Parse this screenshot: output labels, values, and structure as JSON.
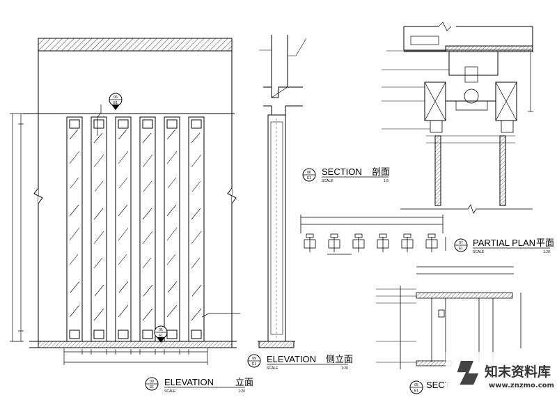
{
  "views": {
    "elevation": {
      "title": "ELEVATION",
      "title_cn": "立面",
      "scale_label": "SCALE",
      "scale": "1:20",
      "number": "09",
      "sheet": "E1"
    },
    "side_elevation": {
      "title": "ELEVATION",
      "title_cn": "侧立面",
      "scale_label": "SCALE",
      "scale": "1:20",
      "number": "09",
      "sheet": "E1"
    },
    "section_top": {
      "title": "SECTION",
      "title_cn": "剖面",
      "scale_label": "SCALE",
      "scale": "1:5",
      "number": "06",
      "sheet": "E1"
    },
    "partial_plan": {
      "title": "PARTIAL PLAN",
      "title_cn": "平面",
      "scale_label": "SCALE",
      "scale": "1:20",
      "number": "07",
      "sheet": "E1"
    },
    "section_bottom": {
      "title": "SECT",
      "number": "05",
      "sheet": "E1"
    }
  },
  "callouts": {
    "elev_top": {
      "number": "06",
      "sheet": "E1"
    },
    "elev_bottom": {
      "number": "05",
      "sheet": "E1"
    }
  },
  "watermark": {
    "cn": "知末资料库",
    "url": "www.znzmo.com"
  }
}
